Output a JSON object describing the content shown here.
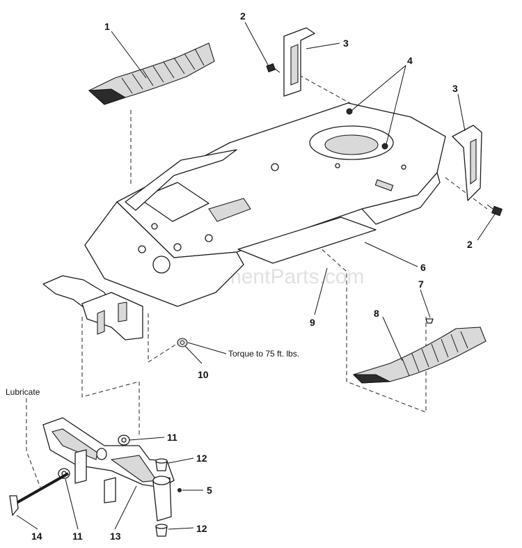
{
  "watermark": "eReplacementParts.com",
  "callouts": [
    {
      "id": "c1",
      "text": "1"
    },
    {
      "id": "c2a",
      "text": "2"
    },
    {
      "id": "c3a",
      "text": "3"
    },
    {
      "id": "c4",
      "text": "4"
    },
    {
      "id": "c3b",
      "text": "3"
    },
    {
      "id": "c2b",
      "text": "2"
    },
    {
      "id": "c6",
      "text": "6"
    },
    {
      "id": "c7",
      "text": "7"
    },
    {
      "id": "c8",
      "text": "8"
    },
    {
      "id": "c9",
      "text": "9"
    },
    {
      "id": "c10",
      "text": "10"
    },
    {
      "id": "c11a",
      "text": "11"
    },
    {
      "id": "c12a",
      "text": "12"
    },
    {
      "id": "c5",
      "text": "5"
    },
    {
      "id": "c12b",
      "text": "12"
    },
    {
      "id": "c14",
      "text": "14"
    },
    {
      "id": "c11b",
      "text": "11"
    },
    {
      "id": "c13",
      "text": "13"
    }
  ],
  "notes": {
    "torque": "Torque to 75 ft. lbs.",
    "lubricate": "Lubricate"
  }
}
